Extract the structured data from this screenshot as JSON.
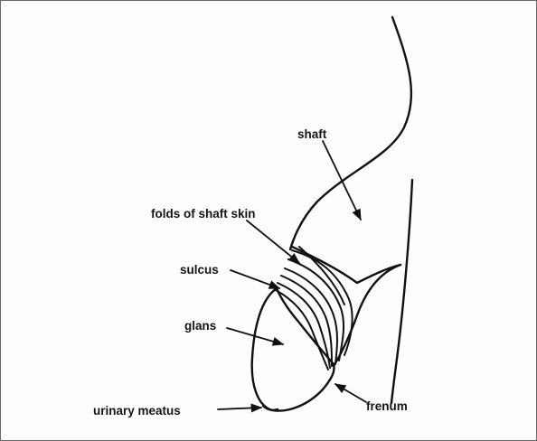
{
  "labels": {
    "shaft": "shaft",
    "folds_of_shaft_skin": "folds of shaft skin",
    "sulcus": "sulcus",
    "glans": "glans",
    "urinary_meatus": "urinary meatus",
    "frenum": "frenum"
  }
}
